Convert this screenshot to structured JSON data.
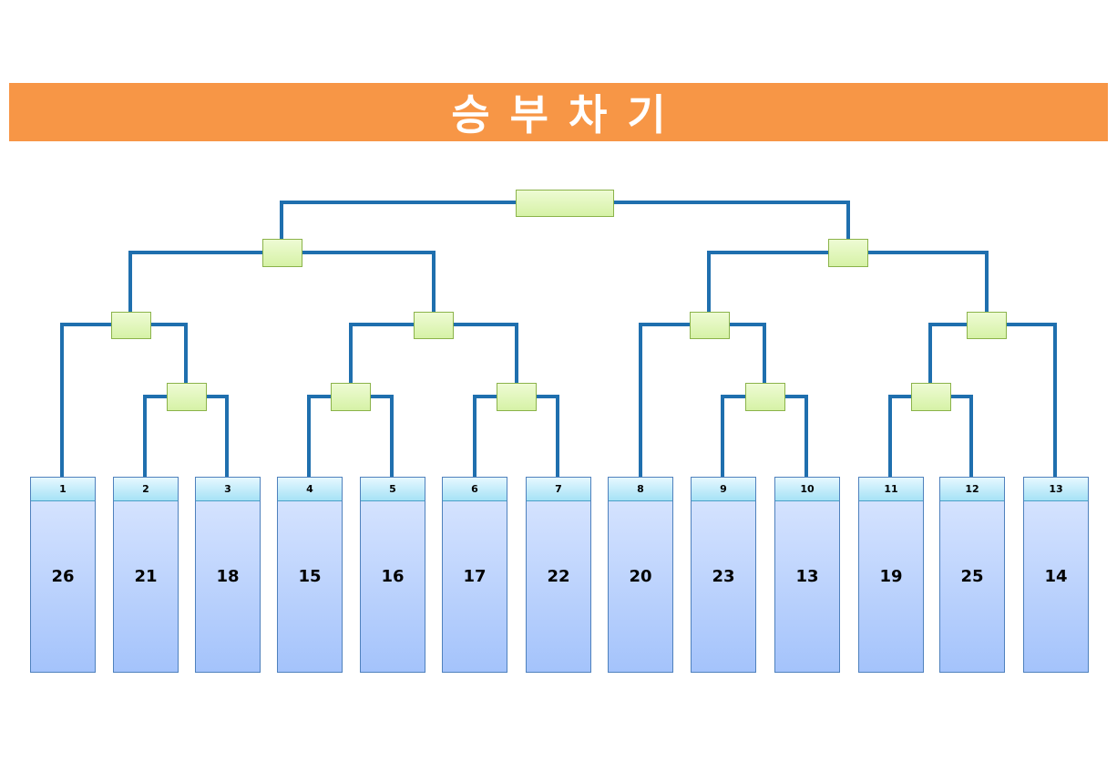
{
  "title": "승부차기",
  "colors": {
    "title_bg": "#f79646",
    "line": "#1f6fae",
    "node_border": "#8bb34a",
    "slot_border": "#4f81bd"
  },
  "slots": [
    {
      "num": "1",
      "value": "26"
    },
    {
      "num": "2",
      "value": "21"
    },
    {
      "num": "3",
      "value": "18"
    },
    {
      "num": "4",
      "value": "15"
    },
    {
      "num": "5",
      "value": "16"
    },
    {
      "num": "6",
      "value": "17"
    },
    {
      "num": "7",
      "value": "22"
    },
    {
      "num": "8",
      "value": "20"
    },
    {
      "num": "9",
      "value": "23"
    },
    {
      "num": "10",
      "value": "13"
    },
    {
      "num": "11",
      "value": "19"
    },
    {
      "num": "12",
      "value": "25"
    },
    {
      "num": "13",
      "value": "14"
    }
  ],
  "bracket_matches": 12
}
